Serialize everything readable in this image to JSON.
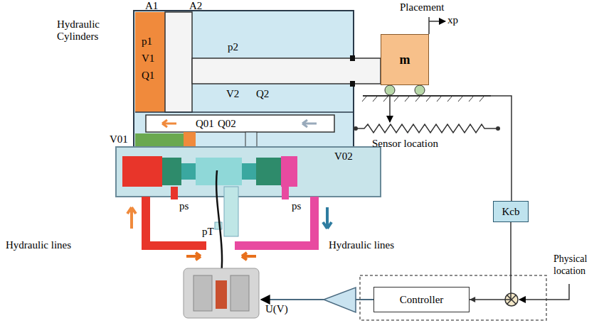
{
  "diagram": {
    "nodes": [
      {
        "text": [
          "m"
        ]
      },
      {
        "text": [
          "Kcb"
        ]
      },
      {
        "text": [
          "Controller"
        ]
      }
    ],
    "edges": [
      {
        "from": 1,
        "to": 2,
        "arrow": "to"
      }
    ],
    "labels": [
      "Hydraulic Cylinders",
      "A1",
      "A2",
      "p1",
      "V1",
      "Q1",
      "p2",
      "V2",
      "Q2",
      "Placement",
      "xp",
      "Q01",
      "Q02",
      "V01",
      "V02",
      "Sensor location",
      "ps",
      "ps",
      "pT",
      "Hydraulic lines",
      "Hydraulic lines",
      "U(V)",
      "Physical location"
    ]
  }
}
